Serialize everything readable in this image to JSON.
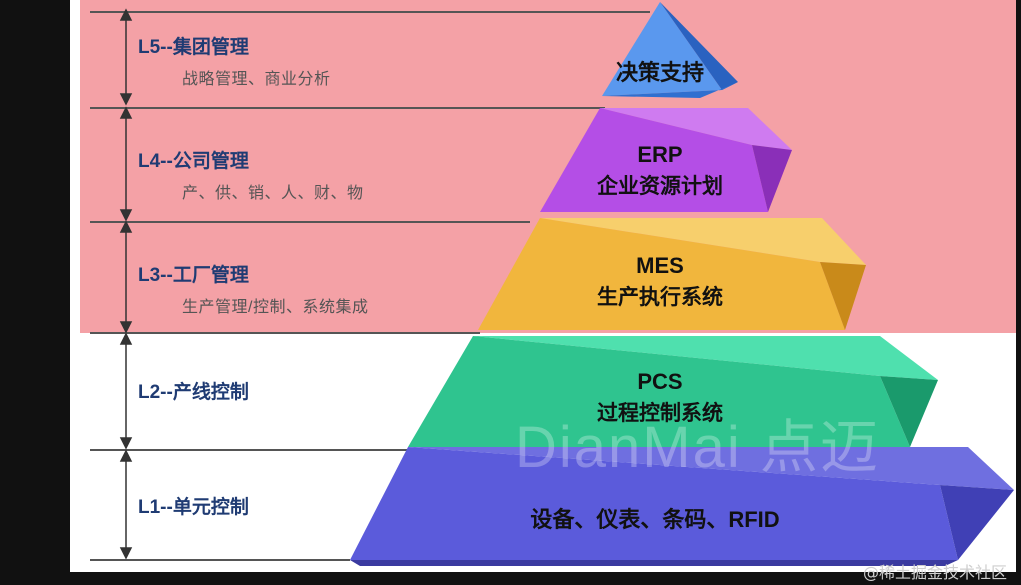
{
  "colors": {
    "background": "#111111",
    "panel": "#ffffff",
    "pink_band": "#f4a1a6",
    "layer1": "#6a6ae8",
    "layer2": "#27c08f",
    "layer3": "#f0b43c",
    "layer4": "#b44ee6",
    "layer5": "#3d7fe0",
    "level_text": "#1f3b73"
  },
  "levels": [
    {
      "title": "L5--集团管理",
      "subtitle": "战略管理、商业分析"
    },
    {
      "title": "L4--公司管理",
      "subtitle": "产、供、销、人、财、物"
    },
    {
      "title": "L3--工厂管理",
      "subtitle": "生产管理/控制、系统集成"
    },
    {
      "title": "L2--产线控制",
      "subtitle": ""
    },
    {
      "title": "L1--单元控制",
      "subtitle": ""
    }
  ],
  "pyramid": [
    {
      "line1": "决策支持",
      "line2": ""
    },
    {
      "line1": "ERP",
      "line2": "企业资源计划"
    },
    {
      "line1": "MES",
      "line2": "生产执行系统"
    },
    {
      "line1": "PCS",
      "line2": "过程控制系统"
    },
    {
      "line1": "设备、仪表、条码、RFID",
      "line2": ""
    }
  ],
  "watermark": "DianMai 点迈",
  "credit": "@稀土掘金技术社区"
}
